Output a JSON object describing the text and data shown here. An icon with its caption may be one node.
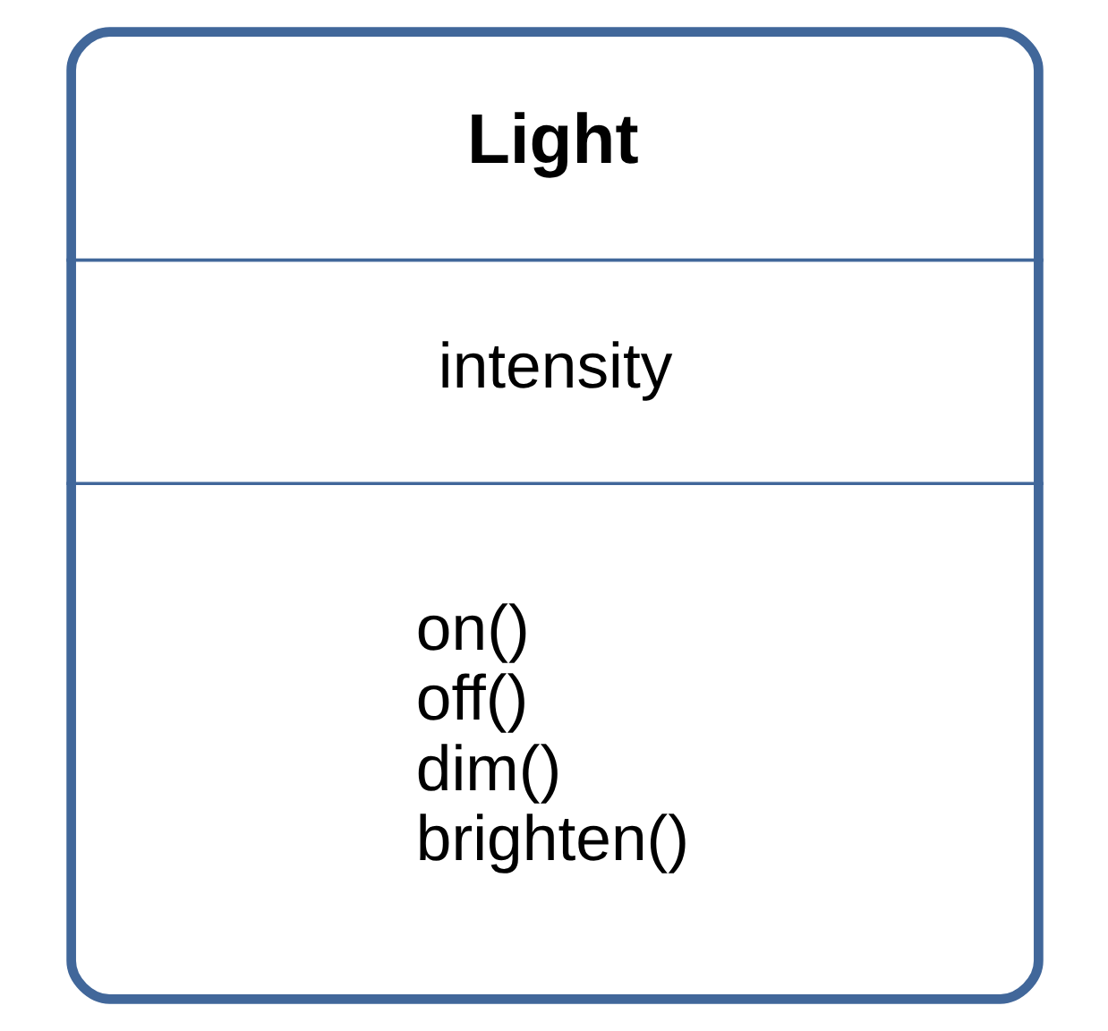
{
  "diagram": {
    "nodes": [
      {
        "text": [
          "Light",
          "intensity",
          "on()",
          "off()",
          "dim()",
          "brighten()"
        ]
      }
    ]
  }
}
